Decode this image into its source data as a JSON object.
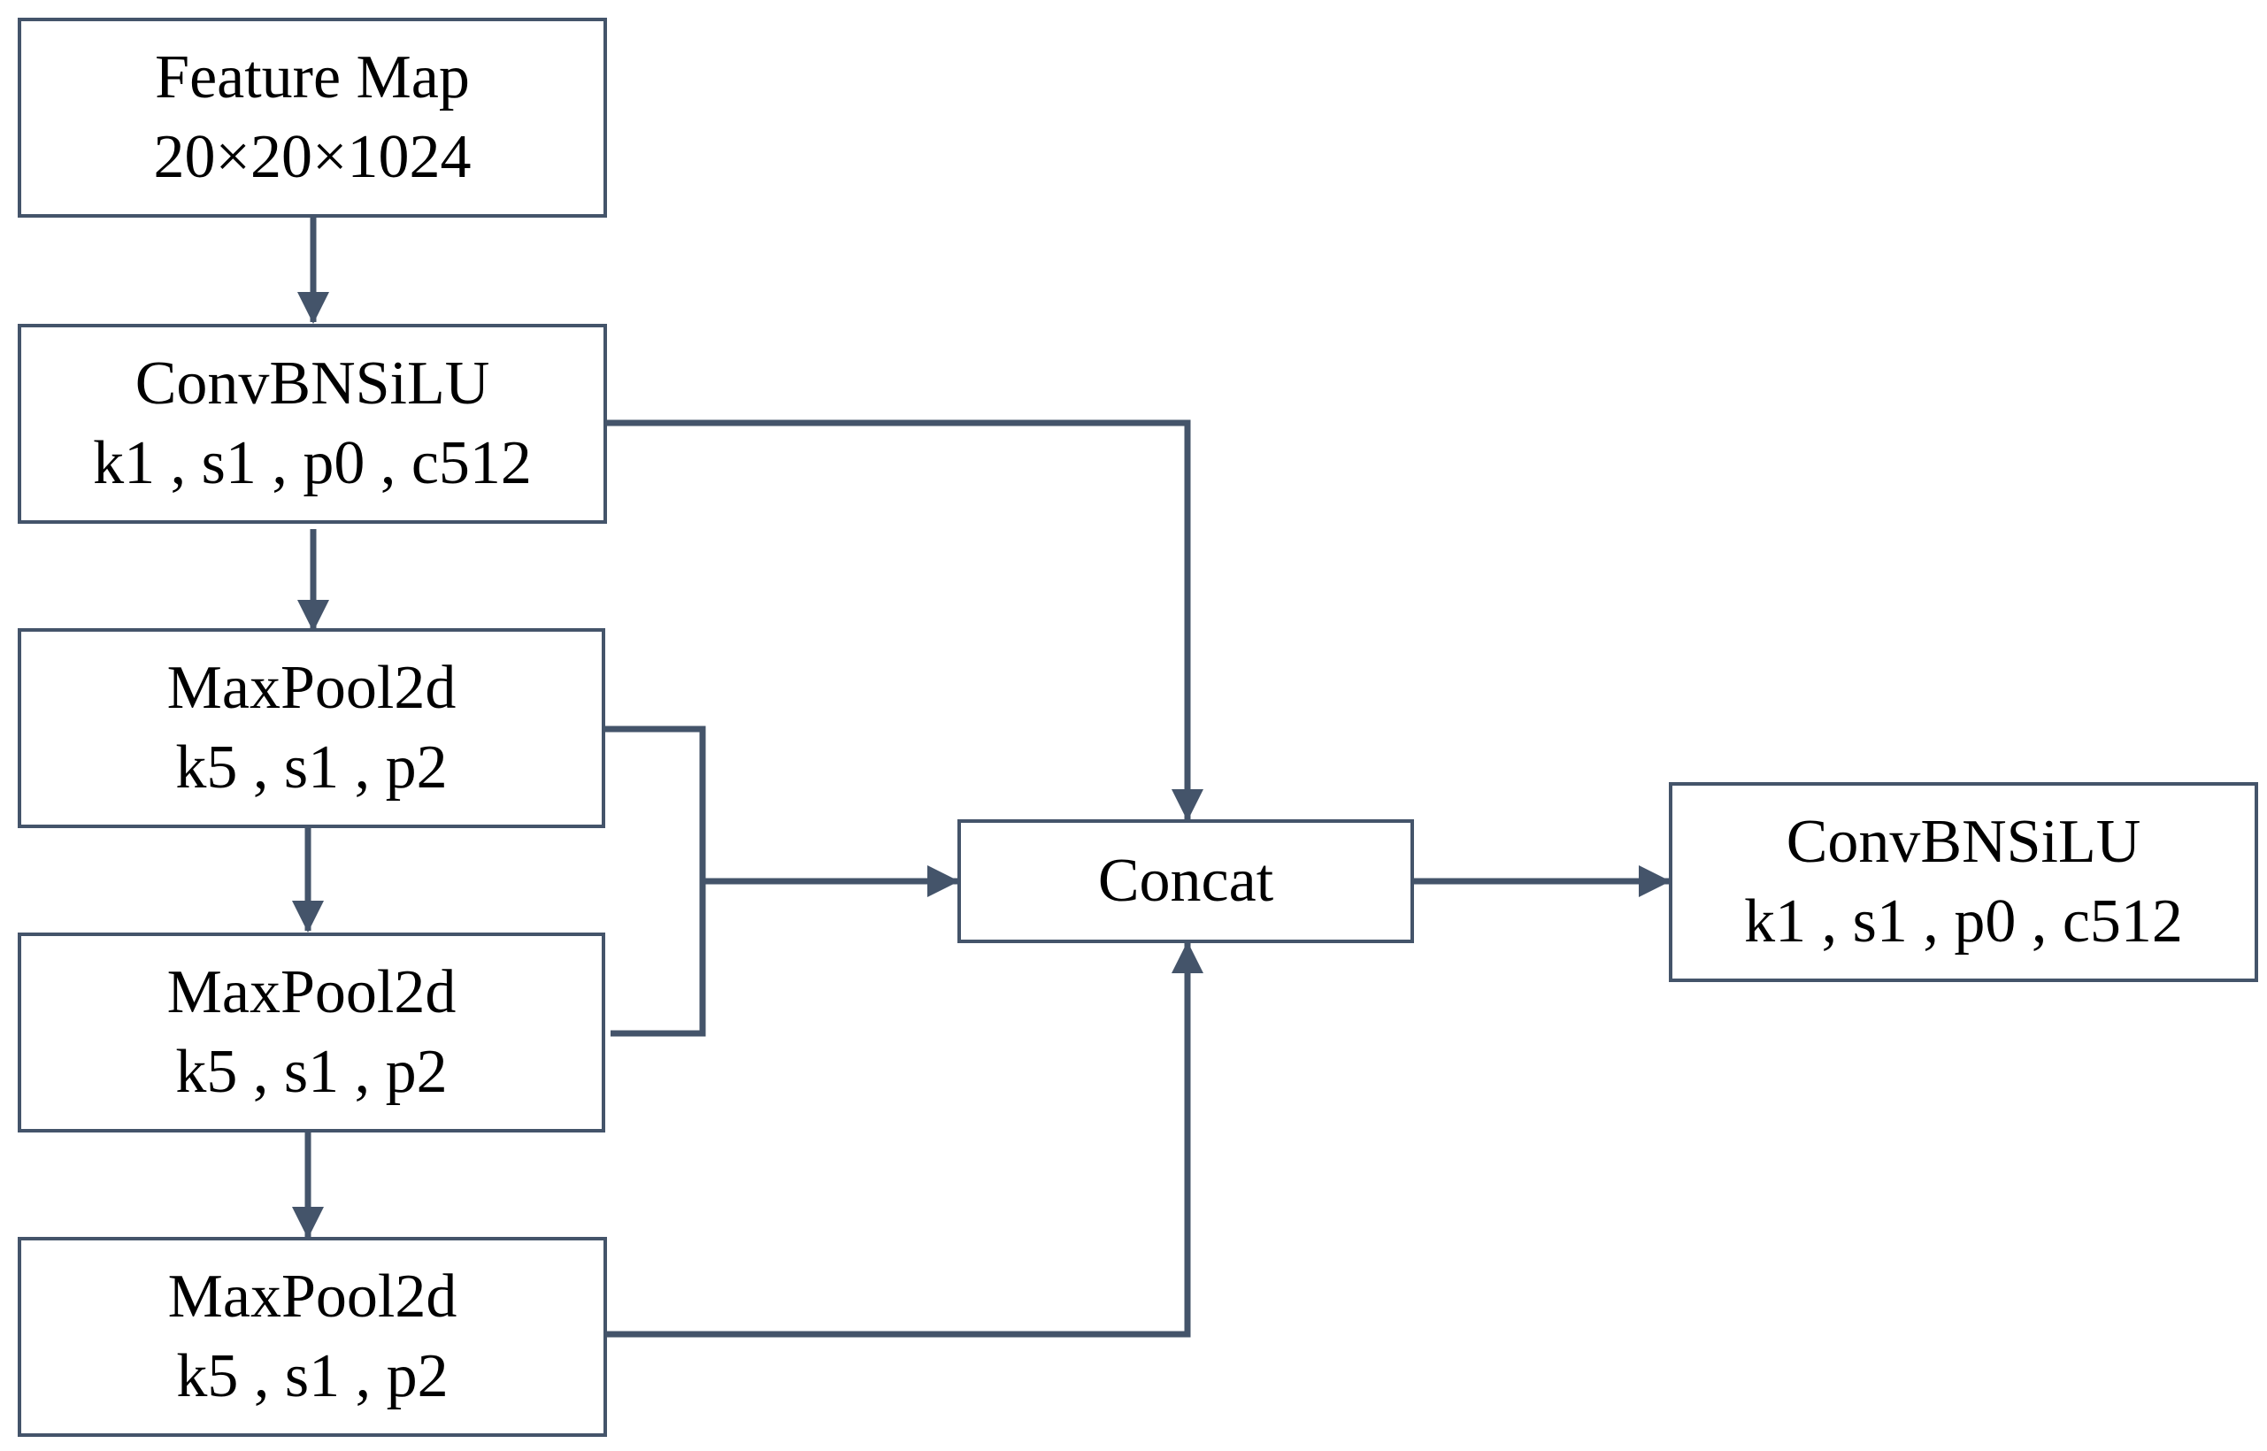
{
  "nodes": {
    "feature_map": {
      "line1": "Feature Map",
      "line2": "20×20×1024"
    },
    "conv_in": {
      "line1": "ConvBNSiLU",
      "line2": "k1 , s1 , p0 , c512"
    },
    "maxpool_1": {
      "line1": "MaxPool2d",
      "line2": "k5 , s1 , p2"
    },
    "maxpool_2": {
      "line1": "MaxPool2d",
      "line2": "k5 , s1 , p2"
    },
    "maxpool_3": {
      "line1": "MaxPool2d",
      "line2": "k5 , s1 , p2"
    },
    "concat": {
      "line1": "Concat"
    },
    "conv_out": {
      "line1": "ConvBNSiLU",
      "line2": "k1 , s1 , p0 , c512"
    }
  },
  "colors": {
    "stroke": "#44546a",
    "text": "#000000",
    "background": "#ffffff"
  }
}
